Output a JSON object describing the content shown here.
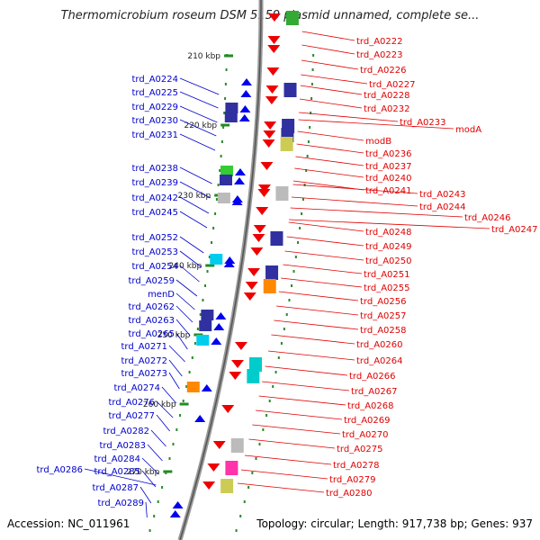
{
  "title": "Thermomicrobium roseum DSM 5159 plasmid unnamed, complete se...",
  "accession": "Accession: NC_011961",
  "topology": "Topology: circular; Length: 917,738 bp; Genes: 937",
  "colors": {
    "left_label": "#0000cc",
    "right_label": "#e00000",
    "tick": "#228b22",
    "axis": "#888888"
  },
  "ticks": [
    "210 kbp",
    "220 kbp",
    "230 kbp",
    "240 kbp",
    "250 kbp",
    "260 kbp",
    "270 kbp"
  ],
  "left_genes": [
    "trd_A0224",
    "trd_A0225",
    "trd_A0229",
    "trd_A0230",
    "trd_A0231",
    "trd_A0238",
    "trd_A0239",
    "trd_A0242",
    "trd_A0245",
    "trd_A0252",
    "trd_A0253",
    "trd_A0254",
    "trd_A0259",
    "menD",
    "trd_A0262",
    "trd_A0263",
    "trd_A0265",
    "trd_A0271",
    "trd_A0272",
    "trd_A0273",
    "trd_A0274",
    "trd_A0276",
    "trd_A0277",
    "trd_A0282",
    "trd_A0283",
    "trd_A0284",
    "trd_A0285",
    "trd_A0286",
    "trd_A0287",
    "trd_A0289"
  ],
  "right_genes": [
    "trd_A0222",
    "trd_A0223",
    "trd_A0226",
    "trd_A0227",
    "trd_A0228",
    "trd_A0232",
    "trd_A0233",
    "modA",
    "modB",
    "trd_A0236",
    "trd_A0237",
    "trd_A0240",
    "trd_A0241",
    "trd_A0243",
    "trd_A0244",
    "trd_A0246",
    "trd_A0247",
    "trd_A0248",
    "trd_A0249",
    "trd_A0250",
    "trd_A0251",
    "trd_A0255",
    "trd_A0256",
    "trd_A0257",
    "trd_A0258",
    "trd_A0260",
    "trd_A0264",
    "trd_A0266",
    "trd_A0267",
    "trd_A0268",
    "trd_A0269",
    "trd_A0270",
    "trd_A0275",
    "trd_A0278",
    "trd_A0279",
    "trd_A0280"
  ]
}
